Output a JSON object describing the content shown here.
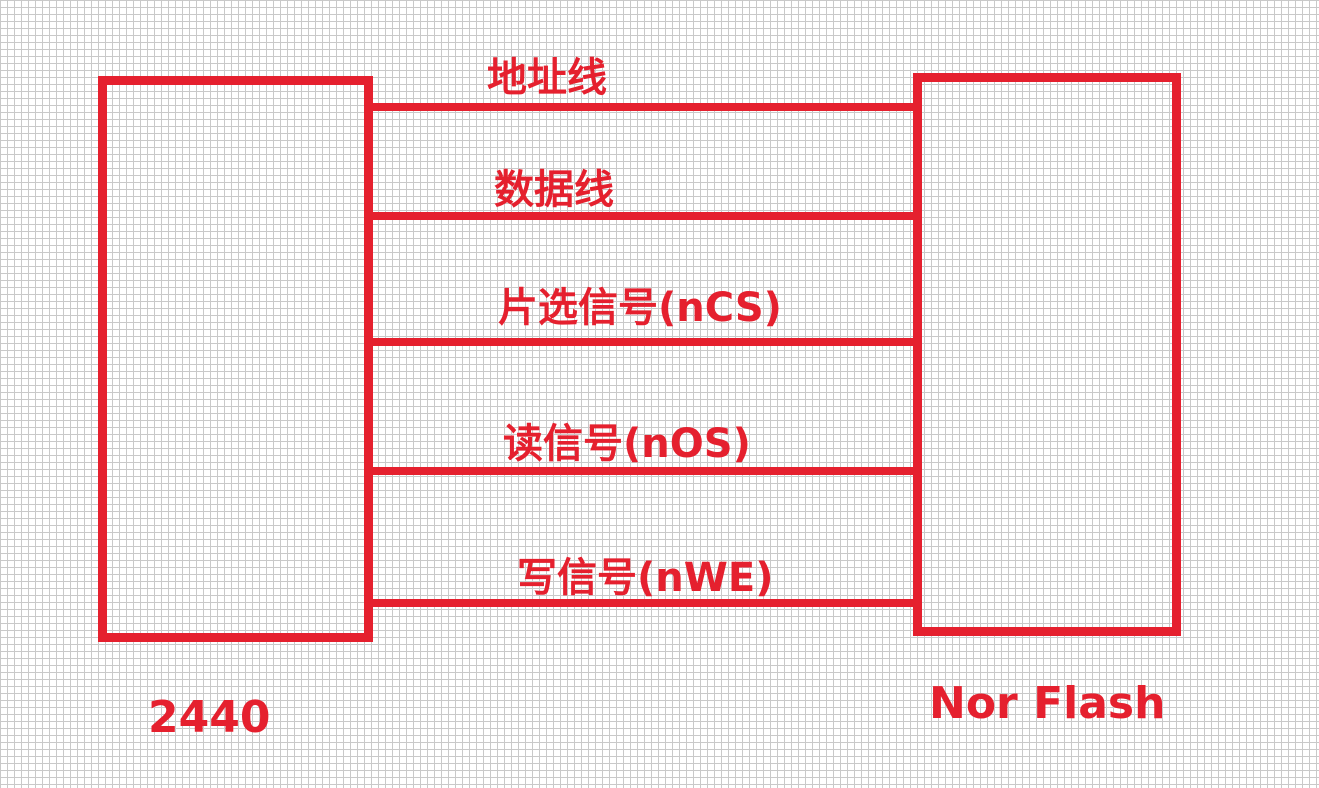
{
  "blocks": {
    "left": {
      "caption": "2440"
    },
    "right": {
      "caption": "Nor Flash"
    }
  },
  "signals": [
    {
      "label": "地址线"
    },
    {
      "label": "数据线"
    },
    {
      "label": "片选信号(nCS)"
    },
    {
      "label": "读信号(nOS)"
    },
    {
      "label": "写信号(nWE)"
    }
  ],
  "colors": {
    "accent": "#e5202e",
    "grid": "#c9c9c9",
    "background": "#ffffff"
  }
}
